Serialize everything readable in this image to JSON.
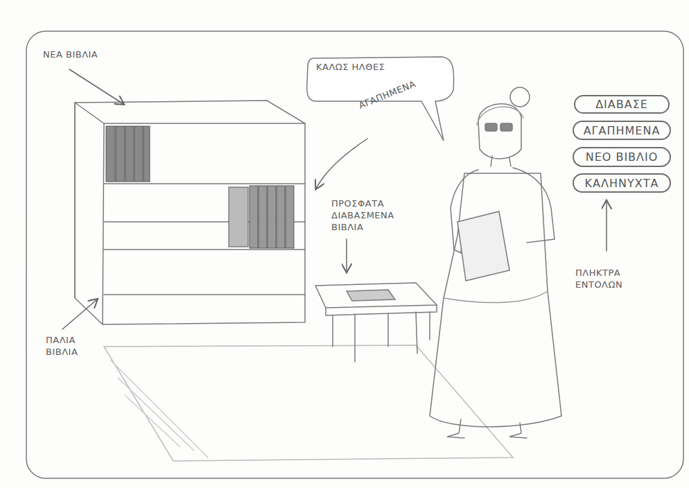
{
  "diagram": {
    "nodes": [
      {
        "text": [
          "ΚΑΛΩΣ ΗΛΘΕΣ"
        ]
      },
      {
        "text": [
          "ΔΙΑΒΑΣΕ"
        ]
      },
      {
        "text": [
          "ΑΓΑΠΗΜΕΝΑ"
        ]
      },
      {
        "text": [
          "ΝΕΟ ΒΙΒΛΙΟ"
        ]
      },
      {
        "text": [
          "ΚΑΛΗΝΥΧΤΑ"
        ]
      }
    ],
    "labels": [
      "ΝΕΑ ΒΙΒΛΙΑ",
      "ΑΓΑΠΗΜΕΝΑ",
      "ΠΡΟΣΦΑΤΑ ΔΙΑΒΑΣΜΕΝΑ ΒΙΒΛΙΑ",
      "ΠΑΛΙΑ ΒΙΒΛΙΑ",
      "ΠΛΗΚΤΡΑ ΕΝΤΟΛΩΝ"
    ]
  }
}
